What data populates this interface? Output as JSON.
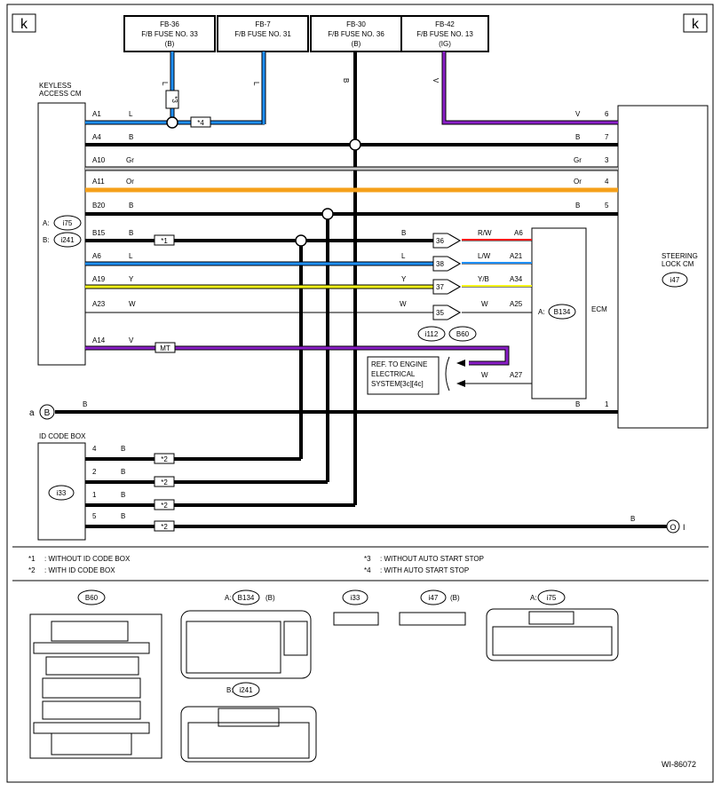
{
  "corner_left": "k",
  "corner_right": "k",
  "fuses": [
    {
      "code": "FB-36",
      "name": "F/B FUSE NO. 33",
      "supply": "(B)"
    },
    {
      "code": "FB-7",
      "name": "F/B FUSE NO. 31",
      "supply": ""
    },
    {
      "code": "FB-30",
      "name": "F/B FUSE NO. 36",
      "supply": "(B)"
    },
    {
      "code": "FB-42",
      "name": "F/B FUSE NO. 13",
      "supply": "(IG)"
    }
  ],
  "keyless": {
    "title1": "KEYLESS",
    "title2": "ACCESS CM",
    "conn_a_prefix": "A:",
    "conn_a": "i75",
    "conn_b_prefix": "B:",
    "conn_b": "i241",
    "pins": [
      {
        "pin": "A1",
        "color": "L"
      },
      {
        "pin": "A4",
        "color": "B"
      },
      {
        "pin": "A10",
        "color": "Gr"
      },
      {
        "pin": "A11",
        "color": "Or"
      },
      {
        "pin": "B20",
        "color": "B"
      },
      {
        "pin": "B15",
        "color": "B"
      },
      {
        "pin": "A6",
        "color": "L"
      },
      {
        "pin": "A19",
        "color": "Y"
      },
      {
        "pin": "A23",
        "color": "W"
      },
      {
        "pin": "A14",
        "color": "V"
      }
    ]
  },
  "vertical_wire_labels": {
    "fb36": "L",
    "fb7": "L",
    "fb30": "B",
    "fb42": "V"
  },
  "steering": {
    "title1": "STEERING",
    "title2": "LOCK CM",
    "conn": "i47",
    "pins": [
      {
        "pin": "6",
        "color": "V"
      },
      {
        "pin": "7",
        "color": "B"
      },
      {
        "pin": "3",
        "color": "Gr"
      },
      {
        "pin": "4",
        "color": "Or"
      },
      {
        "pin": "5",
        "color": "B"
      },
      {
        "pin": "1",
        "color": "B"
      }
    ]
  },
  "ecm": {
    "title": "ECM",
    "conn_prefix": "A:",
    "conn": "B134",
    "pins": [
      {
        "pin": "A6",
        "color": "R/W"
      },
      {
        "pin": "A21",
        "color": "L/W"
      },
      {
        "pin": "A34",
        "color": "Y/B"
      },
      {
        "pin": "A25",
        "color": "W"
      },
      {
        "pin": "A27",
        "color": "W"
      }
    ]
  },
  "joint": {
    "numbers": [
      "36",
      "38",
      "37",
      "35"
    ],
    "left_colors": [
      "B",
      "L",
      "Y",
      "W"
    ],
    "conn1": "i112",
    "conn2": "B60"
  },
  "stars": {
    "s1": "*1",
    "s2": "*2",
    "s3": "*3",
    "s4": "*4"
  },
  "mt_label": "MT",
  "ref_box": {
    "line1": "REF. TO ENGINE",
    "line2": "ELECTRICAL",
    "line3": "SYSTEM[3c][4c]"
  },
  "ground_left": {
    "letter": "a",
    "symbol": "B",
    "color": "B"
  },
  "ground_right": {
    "symbol": "O",
    "letter": "I",
    "color": "B"
  },
  "idbox": {
    "title": "ID CODE BOX",
    "conn": "i33",
    "pins": [
      {
        "pin": "4",
        "color": "B"
      },
      {
        "pin": "2",
        "color": "B"
      },
      {
        "pin": "1",
        "color": "B"
      },
      {
        "pin": "5",
        "color": "B"
      }
    ]
  },
  "notes": [
    {
      "key": "*1",
      "text": ": WITHOUT ID CODE BOX"
    },
    {
      "key": "*2",
      "text": ": WITH ID CODE BOX"
    },
    {
      "key": "*3",
      "text": ": WITHOUT AUTO START STOP"
    },
    {
      "key": "*4",
      "text": ": WITH AUTO START STOP"
    }
  ],
  "connectors": {
    "b60": "B60",
    "b134_prefix": "A:",
    "b134": "B134",
    "b134_suffix": "(B)",
    "i33": "i33",
    "i47": "i47",
    "i47_suffix": "(B)",
    "i75_prefix": "A:",
    "i75": "i75",
    "i241_prefix": "B:",
    "i241": "i241"
  },
  "doc_id": "WI-86072",
  "wire_colors": {
    "black": "#000000",
    "blue": "#1e90ff",
    "violet": "#8b1fc9",
    "grey": "#c8c8c8",
    "orange": "#f5a01a",
    "yellow": "#f5f51a",
    "red": "#ff1a1a"
  }
}
